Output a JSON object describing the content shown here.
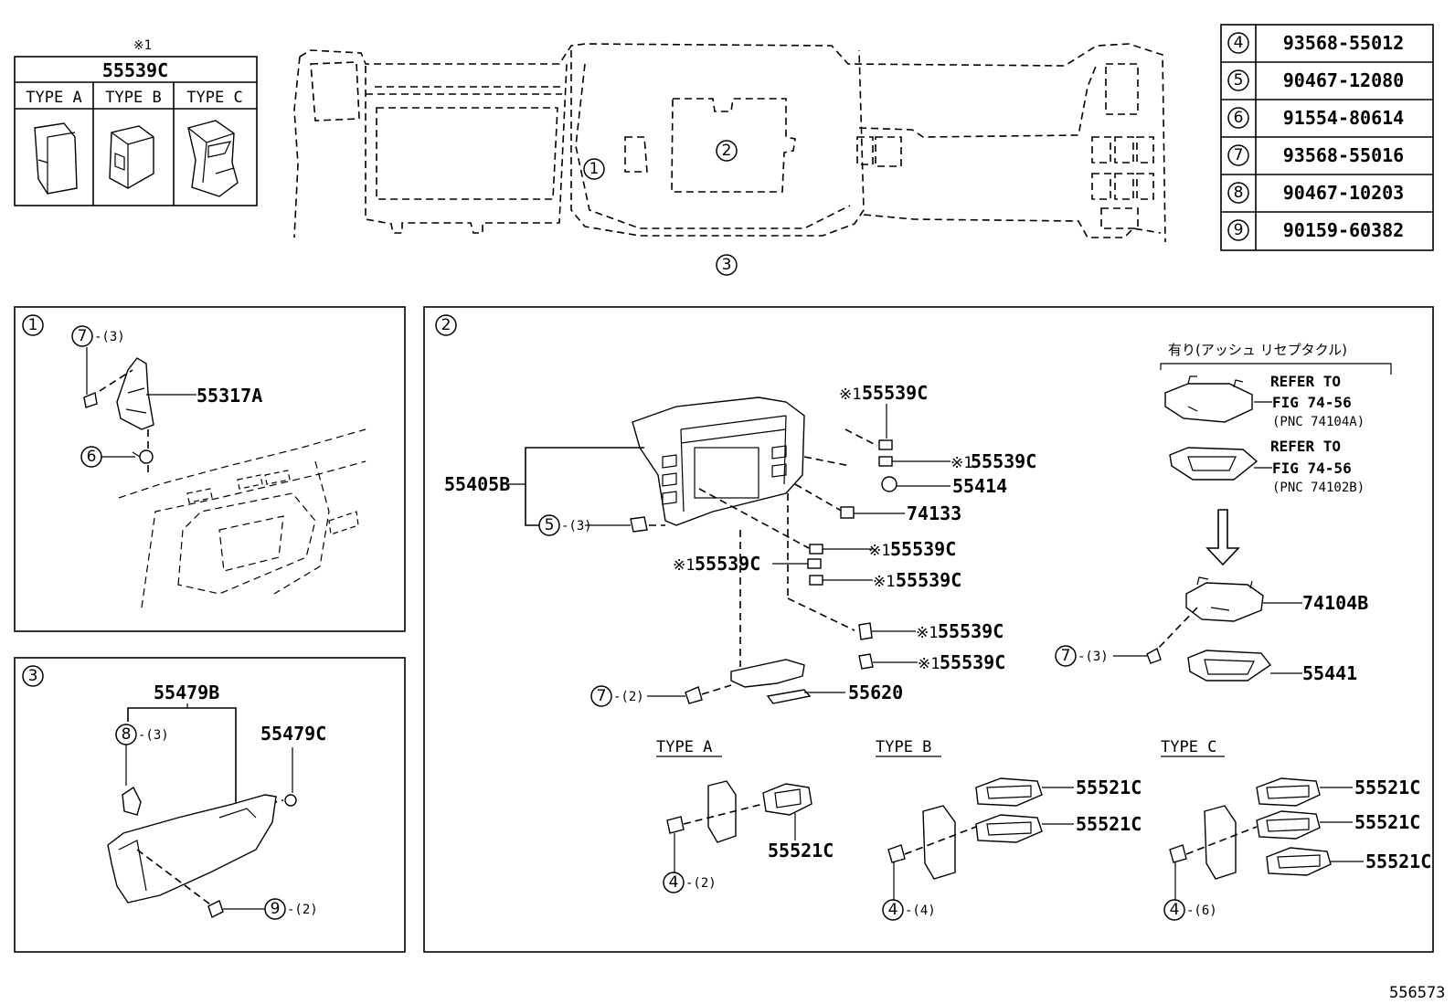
{
  "diagram_id": "556573",
  "type_table": {
    "note": "※1",
    "part": "55539C",
    "types": [
      "TYPE A",
      "TYPE B",
      "TYPE C"
    ]
  },
  "overview_callouts": [
    "1",
    "2",
    "3"
  ],
  "fastener_table": [
    {
      "ref": "4",
      "part": "93568-55012"
    },
    {
      "ref": "5",
      "part": "90467-12080"
    },
    {
      "ref": "6",
      "part": "91554-80614"
    },
    {
      "ref": "7",
      "part": "93568-55016"
    },
    {
      "ref": "8",
      "part": "90467-10203"
    },
    {
      "ref": "9",
      "part": "90159-60382"
    }
  ],
  "panel1": {
    "id": "1",
    "part_55317A": "55317A",
    "ref7": "7",
    "qty7": "-(3)",
    "ref6": "6"
  },
  "panel3": {
    "id": "3",
    "part_55479B": "55479B",
    "part_55479C": "55479C",
    "ref8": "8",
    "qty8": "-(3)",
    "ref9": "9",
    "qty9": "-(2)"
  },
  "panel2": {
    "id": "2",
    "part_55405B": "55405B",
    "ref5": "5",
    "qty5": "-(3)",
    "note_a": "※1",
    "note_b": "※1",
    "note_c": "※1",
    "note_d": "※1",
    "note_e": "※1",
    "note_f": "※1",
    "note_g": "※1",
    "p55539c_a": "55539C",
    "p55539c_b": "55539C",
    "p55539c_c": "55539C",
    "p55539c_d": "55539C",
    "p55539c_e": "55539C",
    "p55539c_f": "55539C",
    "p55539c_g": "55539C",
    "part_55414": "55414",
    "part_74133": "74133",
    "ref7": "7",
    "qty7": "-(2)",
    "part_55620": "55620",
    "ash_header": "有り(アッシュ リセプタクル)",
    "refer1_line1": "REFER TO",
    "refer1_line2": "FIG 74-56",
    "refer1_line3": "(PNC 74104A)",
    "refer2_line1": "REFER TO",
    "refer2_line2": "FIG 74-56",
    "refer2_line3": "(PNC 74102B)",
    "part_74104B": "74104B",
    "ref7b": "7",
    "qty7b": "-(3)",
    "part_55441": "55441",
    "type_a": "TYPE A",
    "type_b": "TYPE B",
    "type_c": "TYPE C",
    "p55521c": "55521C",
    "ref4": "4",
    "qty4a": "-(2)",
    "qty4b": "-(4)",
    "qty4c": "-(6)"
  }
}
